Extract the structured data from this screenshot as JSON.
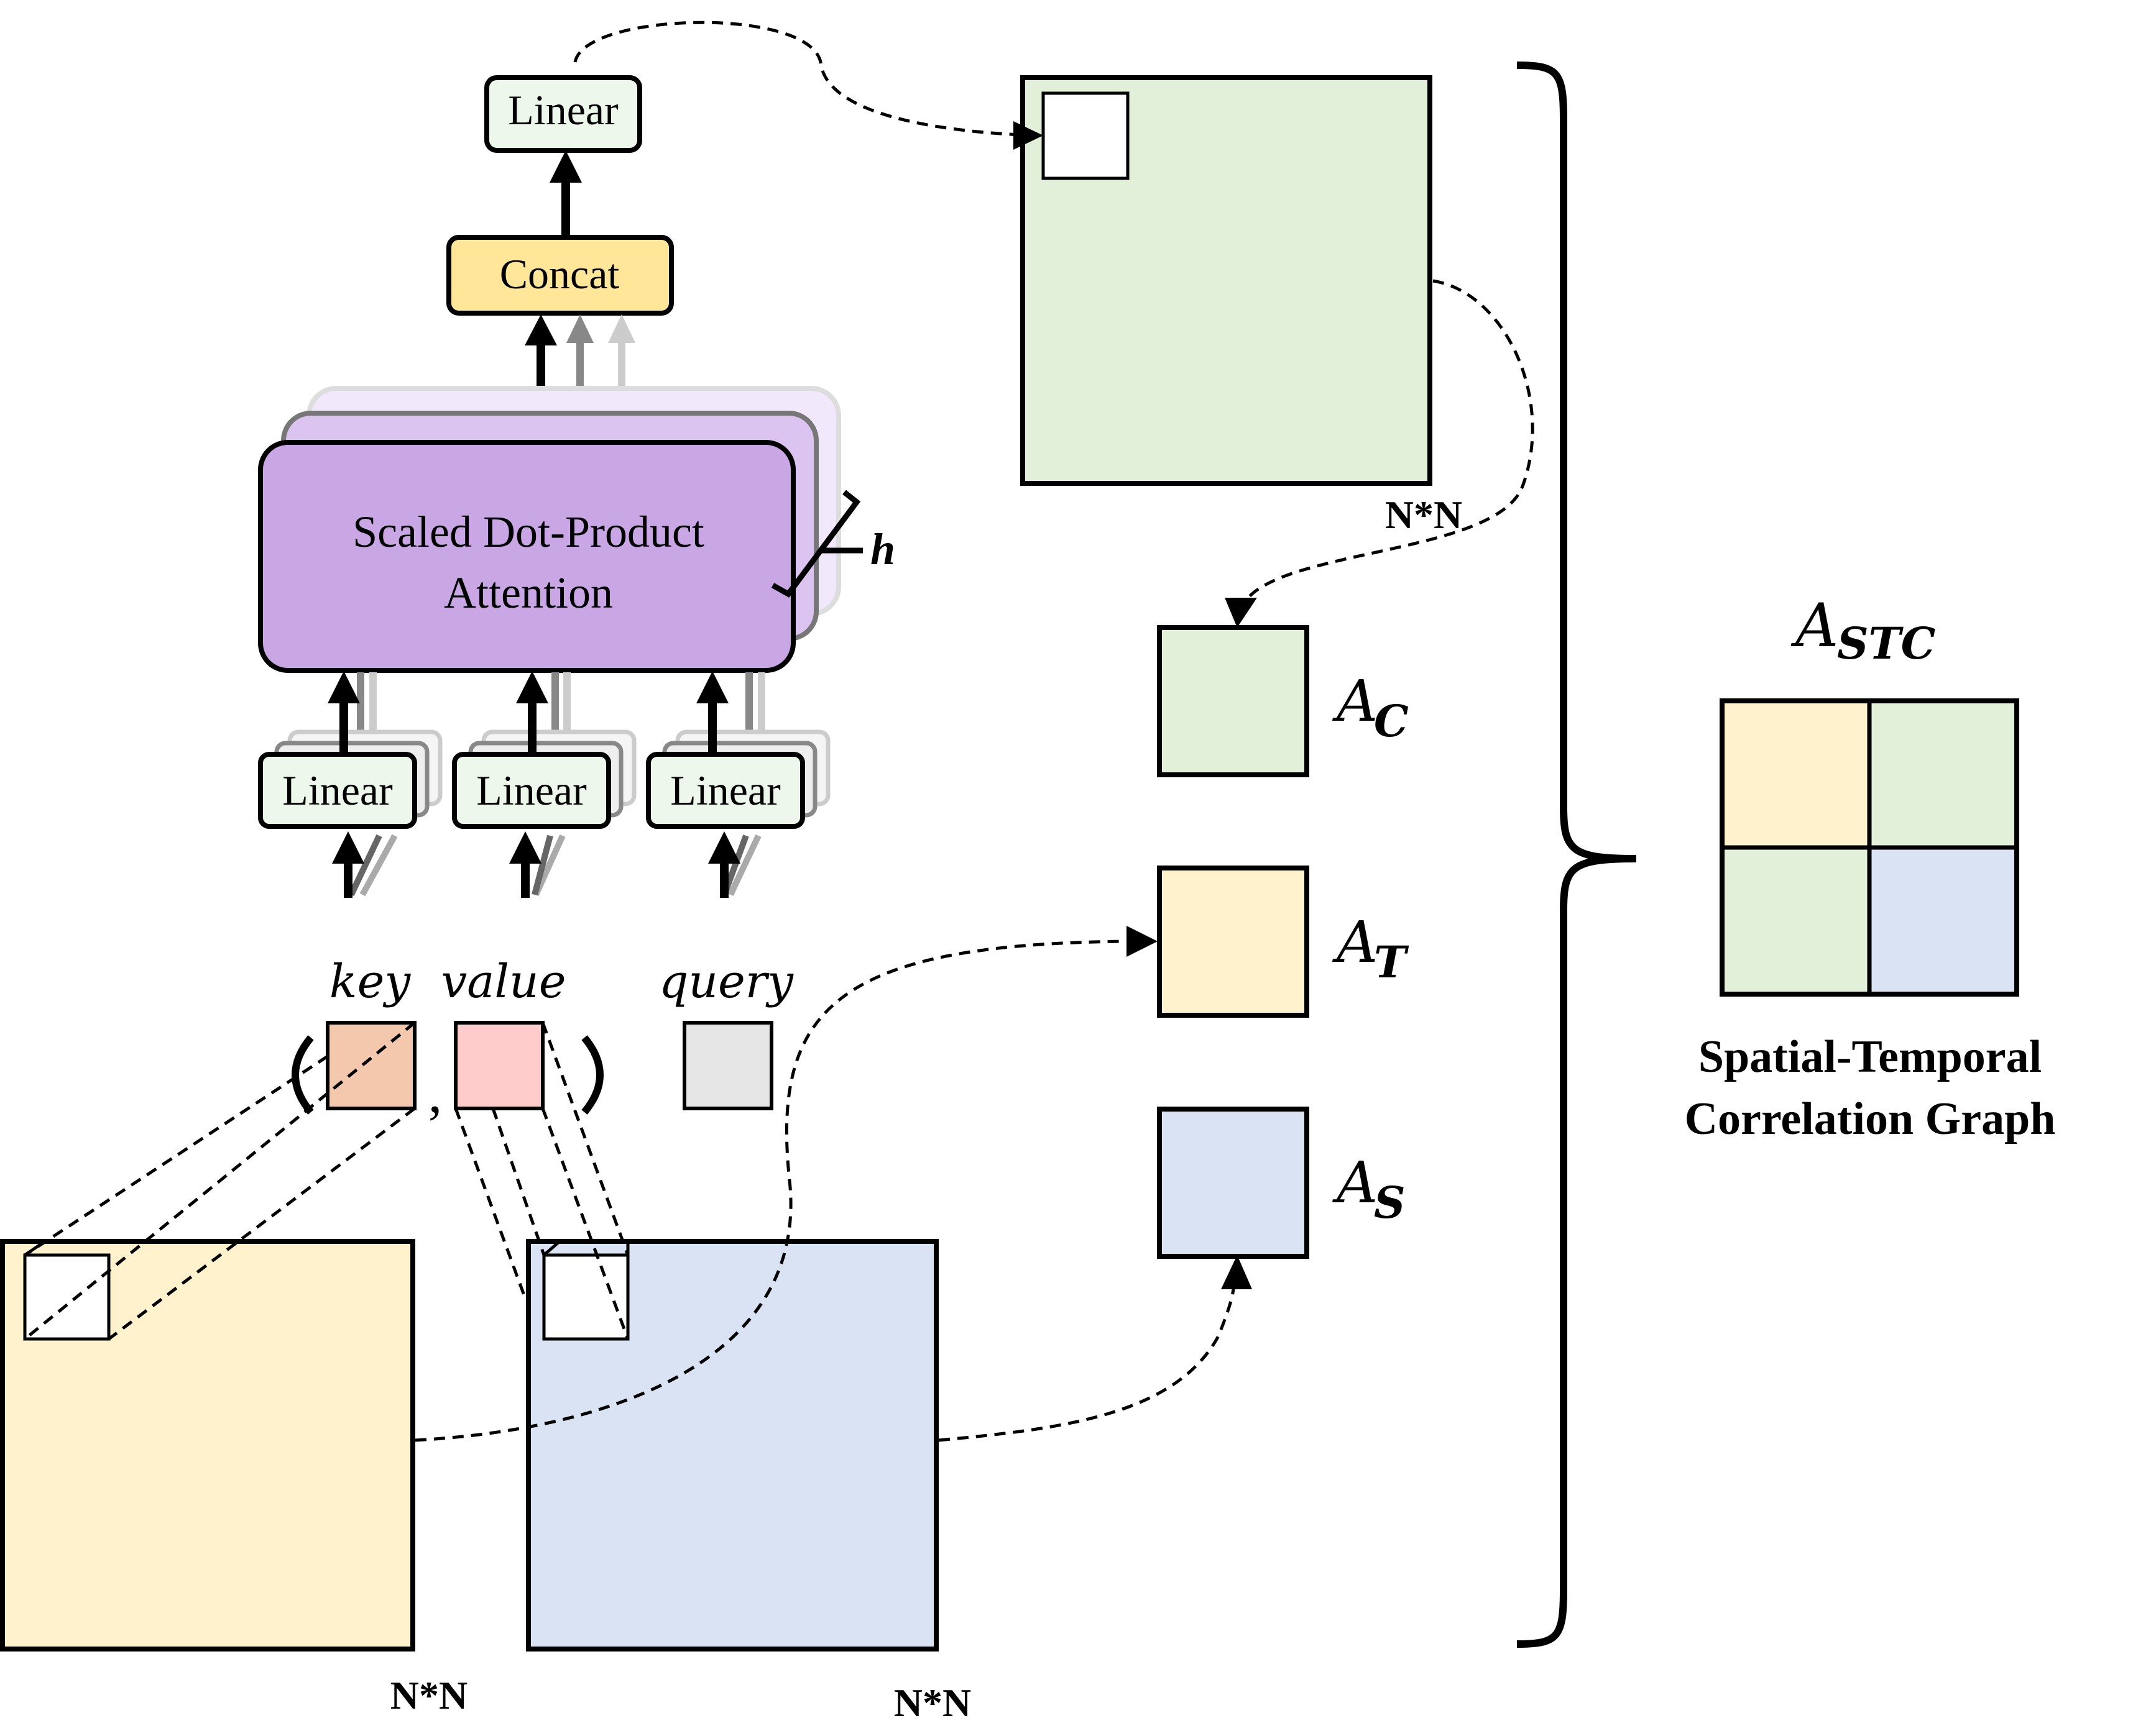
{
  "top_linear_label": "Linear",
  "concat_label": "Concat",
  "attention": {
    "line1": "Scaled Dot-Product",
    "line2": "Attention",
    "heads_label": "h"
  },
  "linear_label": "Linear",
  "inputs": {
    "key": "key",
    "value": "value",
    "query": "query",
    "comma": ","
  },
  "size_label": "N*N",
  "matrices": {
    "correlation_base": "A",
    "correlation_sub": "C",
    "temporal_base": "A",
    "temporal_sub": "T",
    "spatial_base": "A",
    "spatial_sub": "S",
    "stc_base": "A",
    "stc_sub": "STC"
  },
  "graph_caption": {
    "line1": "Spatial-Temporal",
    "line2": "Correlation Graph"
  },
  "colors": {
    "green": "#e2efd9",
    "yellow": "#fff2cc",
    "blue": "#dae3f3",
    "purple": "#c9a6e4",
    "concat": "#ffe699",
    "linear": "#eef7ec",
    "key_block": "#f4c8ad",
    "value_block": "#ffcccc",
    "query_block": "#e7e6e6"
  }
}
